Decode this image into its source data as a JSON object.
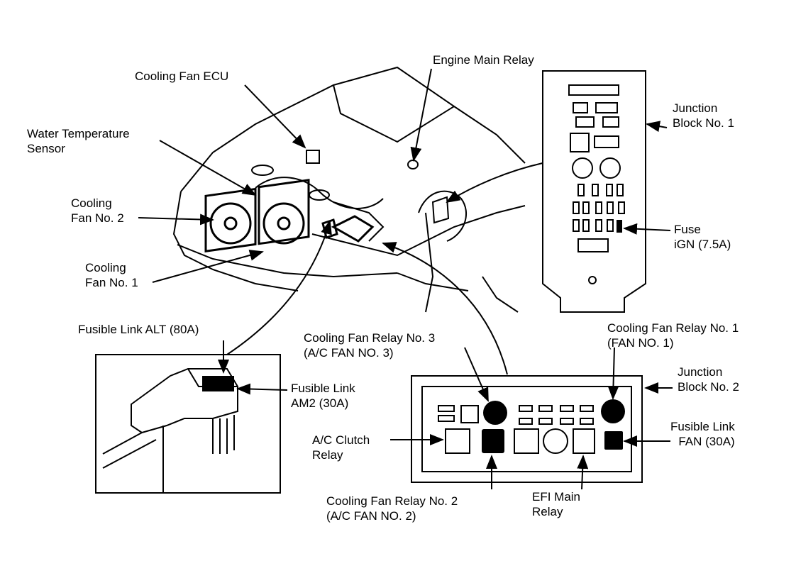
{
  "labels": {
    "cooling_fan_ecu": "Cooling Fan ECU",
    "engine_main_relay": "Engine Main Relay",
    "junction_block_1": [
      "Junction",
      "Block No. 1"
    ],
    "water_temp_sensor": [
      "Water Temperature",
      "Sensor"
    ],
    "cooling_fan_2": [
      "Cooling",
      "Fan No. 2"
    ],
    "cooling_fan_1": [
      "Cooling",
      "Fan No. 1"
    ],
    "fuse_ign": [
      "Fuse",
      "iGN (7.5A)"
    ],
    "fusible_link_alt": "Fusible Link ALT (80A)",
    "cooling_fan_relay_3": [
      "Cooling Fan Relay No. 3",
      "(A/C FAN NO. 3)"
    ],
    "cooling_fan_relay_1": [
      "Cooling Fan Relay No. 1",
      "(FAN NO. 1)"
    ],
    "junction_block_2": [
      "Junction",
      "Block No. 2"
    ],
    "fusible_link_am2": [
      "Fusible Link",
      "AM2 (30A)"
    ],
    "ac_clutch_relay": [
      "A/C Clutch",
      "Relay"
    ],
    "fusible_link_fan": [
      "Fusible Link",
      "FAN (30A)"
    ],
    "cooling_fan_relay_2": [
      "Cooling Fan Relay No. 2",
      "(A/C FAN NO. 2)"
    ],
    "efi_main_relay": [
      "EFI Main",
      "Relay"
    ]
  }
}
